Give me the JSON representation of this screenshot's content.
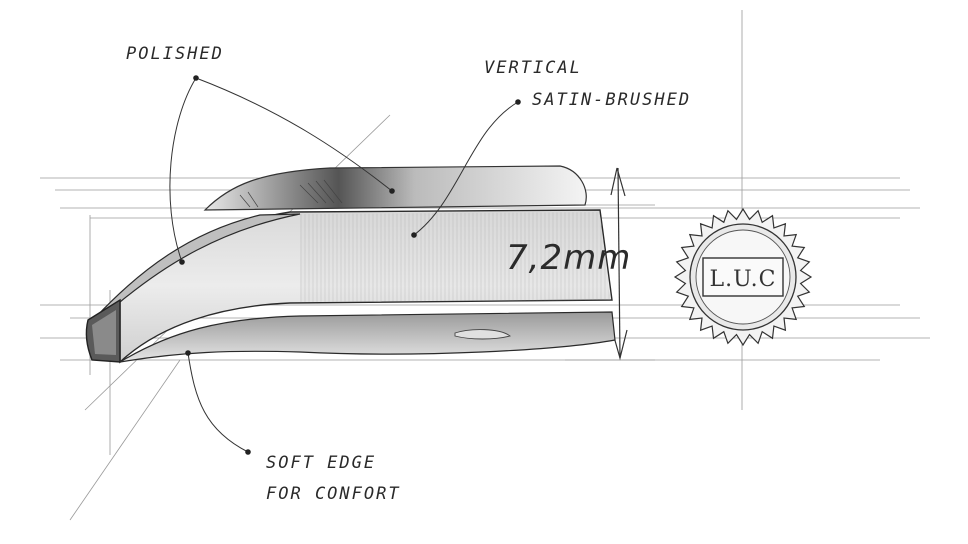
{
  "annotations": {
    "polished": "POLISHED",
    "vertical": "VERTICAL",
    "satin_brushed": "SATIN-BRUSHED",
    "soft_edge_line1": "SOFT EDGE",
    "soft_edge_line2": "FOR CONFORT"
  },
  "dimension": {
    "label": "7,2mm"
  },
  "seal": {
    "text": "L.U.C"
  },
  "colors": {
    "paper": "#ffffff",
    "pencil": "#2a2a2a",
    "shade": "#8a8a8a"
  }
}
